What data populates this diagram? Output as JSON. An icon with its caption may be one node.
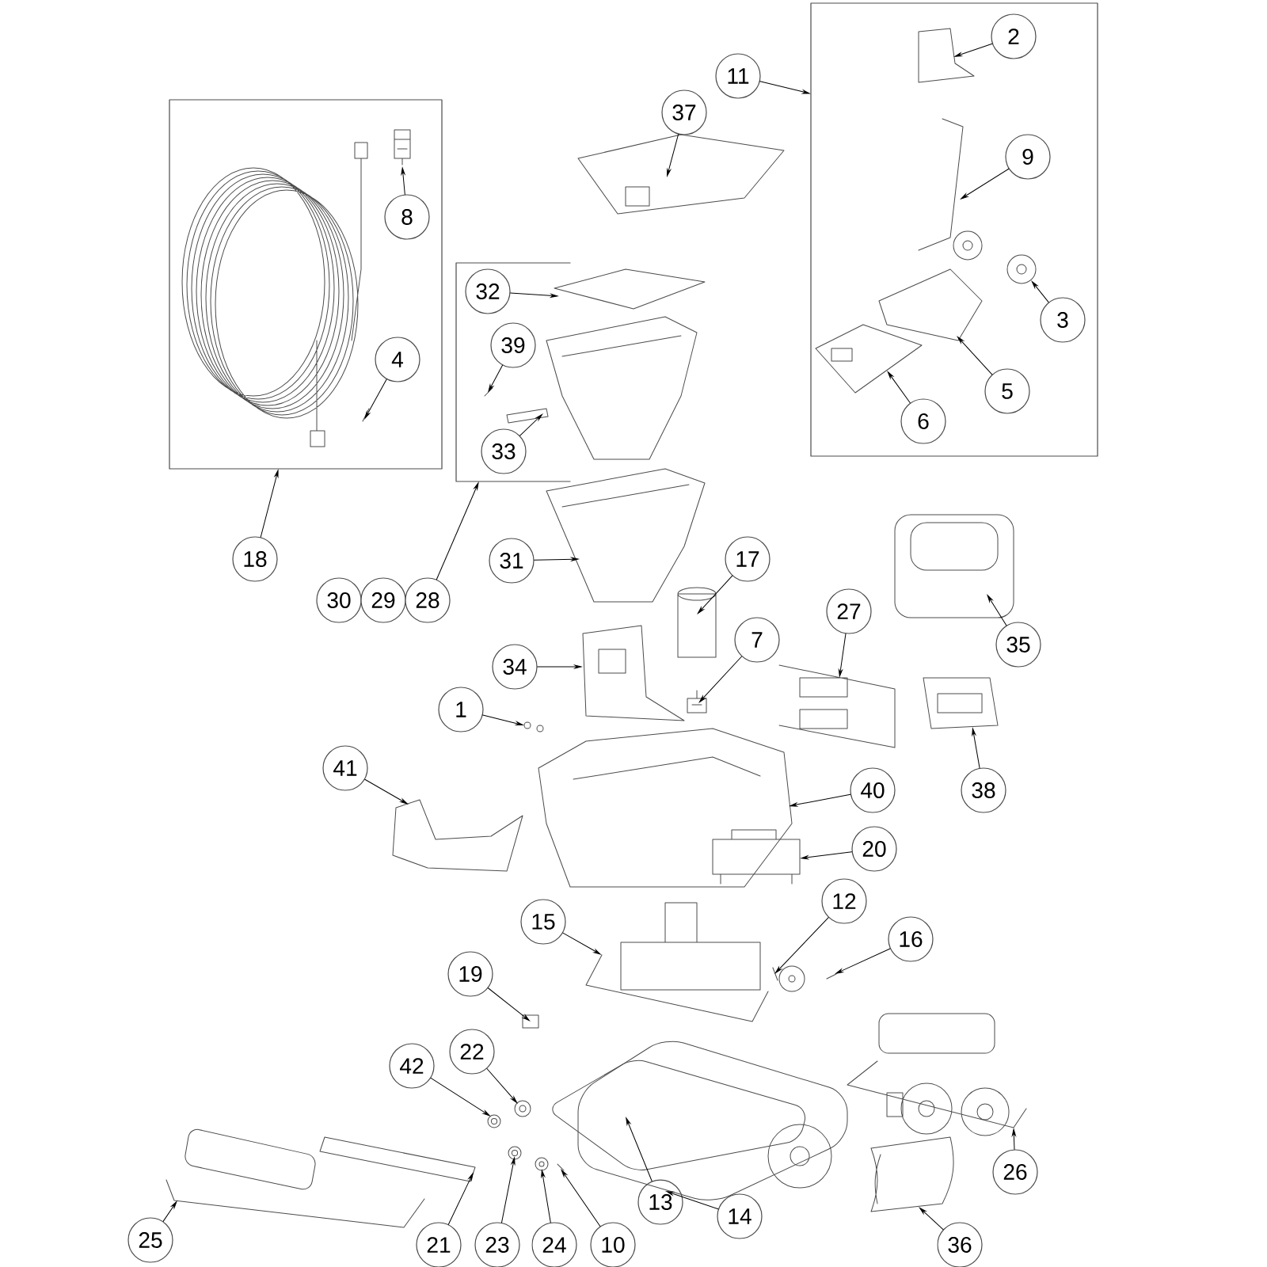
{
  "diagram": {
    "nodes": [
      {
        "text": [],
        "shape": "box"
      },
      {
        "text": [
          "2"
        ],
        "in": 0
      },
      {
        "text": [
          "11"
        ]
      },
      {
        "text": [
          "37"
        ]
      },
      {
        "text": [],
        "shape": "box"
      },
      {
        "text": [
          "8"
        ],
        "in": 4
      },
      {
        "text": [
          "9"
        ],
        "in": 0
      },
      {
        "text": [],
        "shape": "box"
      },
      {
        "text": [
          "32"
        ],
        "in": 7
      },
      {
        "text": [
          "3"
        ],
        "in": 0
      },
      {
        "text": [
          "39"
        ],
        "in": 7
      },
      {
        "text": [
          "4"
        ],
        "in": 4
      },
      {
        "text": [
          "5"
        ],
        "in": 0
      },
      {
        "text": [
          "6"
        ],
        "in": 0
      },
      {
        "text": [
          "33"
        ],
        "in": 7
      },
      {
        "text": [
          "31"
        ]
      },
      {
        "text": [
          "18"
        ]
      },
      {
        "text": [
          "17"
        ]
      },
      {
        "text": [
          "30"
        ]
      },
      {
        "text": [
          "29"
        ]
      },
      {
        "text": [
          "28"
        ]
      },
      {
        "text": [
          "27"
        ]
      },
      {
        "text": [
          "35"
        ]
      },
      {
        "text": [
          "7"
        ]
      },
      {
        "text": [
          "34"
        ]
      },
      {
        "text": [
          "1"
        ]
      },
      {
        "text": [
          "41"
        ]
      },
      {
        "text": [
          "38"
        ]
      },
      {
        "text": [
          "40"
        ]
      },
      {
        "text": [
          "20"
        ]
      },
      {
        "text": [
          "12"
        ]
      },
      {
        "text": [
          "15"
        ]
      },
      {
        "text": [
          "16"
        ]
      },
      {
        "text": [
          "19"
        ]
      },
      {
        "text": [
          "22"
        ]
      },
      {
        "text": [
          "42"
        ]
      },
      {
        "text": [
          "26"
        ]
      },
      {
        "text": [
          "13"
        ]
      },
      {
        "text": [
          "14"
        ]
      },
      {
        "text": [
          "25"
        ]
      },
      {
        "text": [
          "21"
        ]
      },
      {
        "text": [
          "23"
        ]
      },
      {
        "text": [
          "24"
        ]
      },
      {
        "text": [
          "10"
        ]
      },
      {
        "text": [
          "36"
        ]
      },
      {
        "text": [],
        "shape": "picture",
        "in": 0
      },
      {
        "text": [],
        "shape": "picture"
      },
      {
        "text": [],
        "shape": "picture",
        "in": 4
      },
      {
        "text": [],
        "shape": "picture",
        "in": 0
      },
      {
        "text": [],
        "shape": "picture"
      },
      {
        "text": [],
        "shape": "picture",
        "in": 0
      },
      {
        "text": [],
        "shape": "picture",
        "in": 7
      },
      {
        "text": [],
        "shape": "picture",
        "in": 4
      },
      {
        "text": [],
        "shape": "picture",
        "in": 0
      },
      {
        "text": [],
        "shape": "picture",
        "in": 0
      },
      {
        "text": [],
        "shape": "picture",
        "in": 7
      },
      {
        "text": [],
        "shape": "picture"
      },
      {
        "text": [],
        "shape": "picture"
      },
      {
        "text": [],
        "shape": "picture"
      },
      {
        "text": [],
        "shape": "picture"
      },
      {
        "text": [],
        "shape": "picture"
      },
      {
        "text": [],
        "shape": "picture"
      },
      {
        "text": [],
        "shape": "picture"
      },
      {
        "text": [],
        "shape": "picture"
      },
      {
        "text": [],
        "shape": "picture"
      },
      {
        "text": [],
        "shape": "picture"
      },
      {
        "text": [],
        "shape": "picture"
      },
      {
        "text": [],
        "shape": "picture"
      },
      {
        "text": [],
        "shape": "picture"
      },
      {
        "text": [],
        "shape": "picture"
      },
      {
        "text": [],
        "shape": "picture"
      },
      {
        "text": [],
        "shape": "picture"
      },
      {
        "text": [],
        "shape": "picture"
      },
      {
        "text": [],
        "shape": "picture"
      },
      {
        "text": [],
        "shape": "picture"
      },
      {
        "text": [],
        "shape": "picture"
      },
      {
        "text": [],
        "shape": "picture"
      },
      {
        "text": [],
        "shape": "picture"
      },
      {
        "text": [],
        "shape": "picture"
      },
      {
        "text": [],
        "shape": "picture"
      },
      {
        "text": [],
        "shape": "picture"
      },
      {
        "text": [],
        "shape": "picture"
      }
    ],
    "edges": [
      {
        "from": 1,
        "to": 45,
        "arrow": "to"
      },
      {
        "from": 2,
        "to": 0,
        "arrow": "to"
      },
      {
        "from": 3,
        "to": 46,
        "arrow": "to"
      },
      {
        "from": 5,
        "to": 47,
        "arrow": "to"
      },
      {
        "from": 6,
        "to": 48,
        "arrow": "to"
      },
      {
        "from": 8,
        "to": 49,
        "arrow": "to"
      },
      {
        "from": 9,
        "to": 50,
        "arrow": "to"
      },
      {
        "from": 10,
        "to": 51,
        "arrow": "to"
      },
      {
        "from": 11,
        "to": 52,
        "arrow": "to"
      },
      {
        "from": 12,
        "to": 53,
        "arrow": "to"
      },
      {
        "from": 13,
        "to": 54,
        "arrow": "to"
      },
      {
        "from": 14,
        "to": 55,
        "arrow": "to"
      },
      {
        "from": 15,
        "to": 56,
        "arrow": "to"
      },
      {
        "from": 16,
        "to": 4,
        "arrow": "to"
      },
      {
        "from": 17,
        "to": 57,
        "arrow": "to"
      },
      {
        "from": 20,
        "to": 7,
        "arrow": "to"
      },
      {
        "from": 21,
        "to": 58,
        "arrow": "to"
      },
      {
        "from": 22,
        "to": 59,
        "arrow": "to"
      },
      {
        "from": 23,
        "to": 60,
        "arrow": "to"
      },
      {
        "from": 24,
        "to": 61,
        "arrow": "to"
      },
      {
        "from": 25,
        "to": 62,
        "arrow": "to"
      },
      {
        "from": 26,
        "to": 63,
        "arrow": "to"
      },
      {
        "from": 27,
        "to": 64,
        "arrow": "to"
      },
      {
        "from": 28,
        "to": 65,
        "arrow": "to"
      },
      {
        "from": 29,
        "to": 66,
        "arrow": "to"
      },
      {
        "from": 30,
        "to": 67,
        "arrow": "to"
      },
      {
        "from": 31,
        "to": 68,
        "arrow": "to"
      },
      {
        "from": 32,
        "to": 69,
        "arrow": "to"
      },
      {
        "from": 33,
        "to": 70,
        "arrow": "to"
      },
      {
        "from": 34,
        "to": 71,
        "arrow": "to"
      },
      {
        "from": 35,
        "to": 72,
        "arrow": "to"
      },
      {
        "from": 36,
        "to": 73,
        "arrow": "to"
      },
      {
        "from": 37,
        "to": 74,
        "arrow": "to"
      },
      {
        "from": 38,
        "to": 75,
        "arrow": "to"
      },
      {
        "from": 39,
        "to": 76,
        "arrow": "to"
      },
      {
        "from": 40,
        "to": 77,
        "arrow": "to"
      },
      {
        "from": 41,
        "to": 78,
        "arrow": "to"
      },
      {
        "from": 42,
        "to": 79,
        "arrow": "to"
      },
      {
        "from": 43,
        "to": 80,
        "arrow": "to"
      },
      {
        "from": 44,
        "to": 81,
        "arrow": "to"
      }
    ]
  }
}
